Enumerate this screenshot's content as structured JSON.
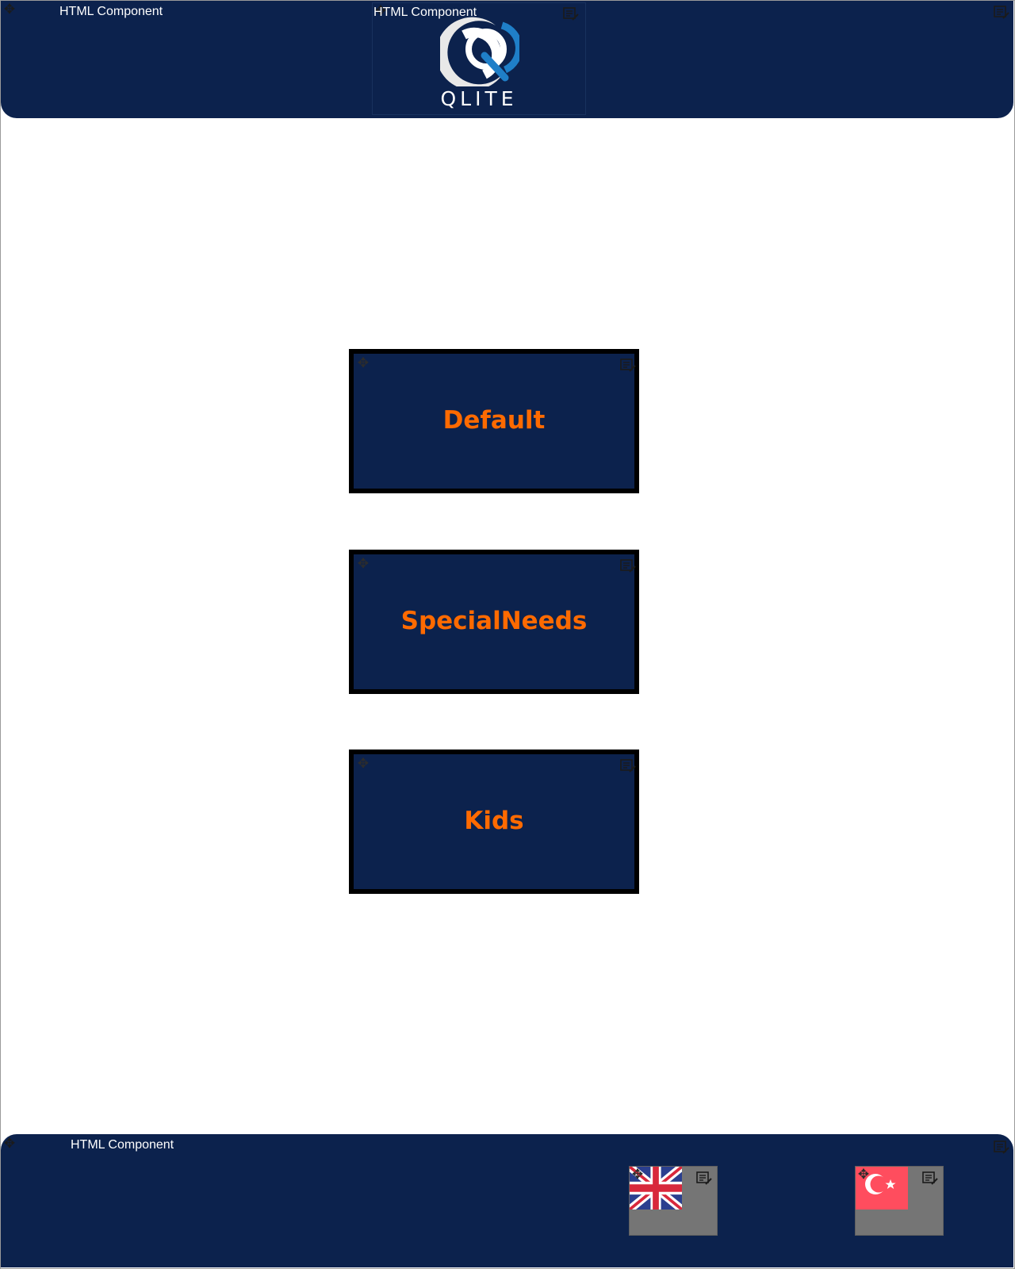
{
  "header": {
    "component_label_left": "HTML Component",
    "component_label_center": "HTML Component",
    "logo": {
      "brand": "QLITE",
      "icon": "qlite-logo"
    }
  },
  "choices": [
    {
      "label": "Default"
    },
    {
      "label": "SpecialNeeds"
    },
    {
      "label": "Kids"
    }
  ],
  "footer": {
    "component_label": "HTML Component",
    "flags": [
      {
        "name": "english-flag",
        "icon": "uk-flag"
      },
      {
        "name": "turkish-flag",
        "icon": "turkey-flag"
      }
    ]
  },
  "colors": {
    "navy": "#0c224d",
    "accent": "#ff6a00",
    "flag_panel": "#757575"
  }
}
